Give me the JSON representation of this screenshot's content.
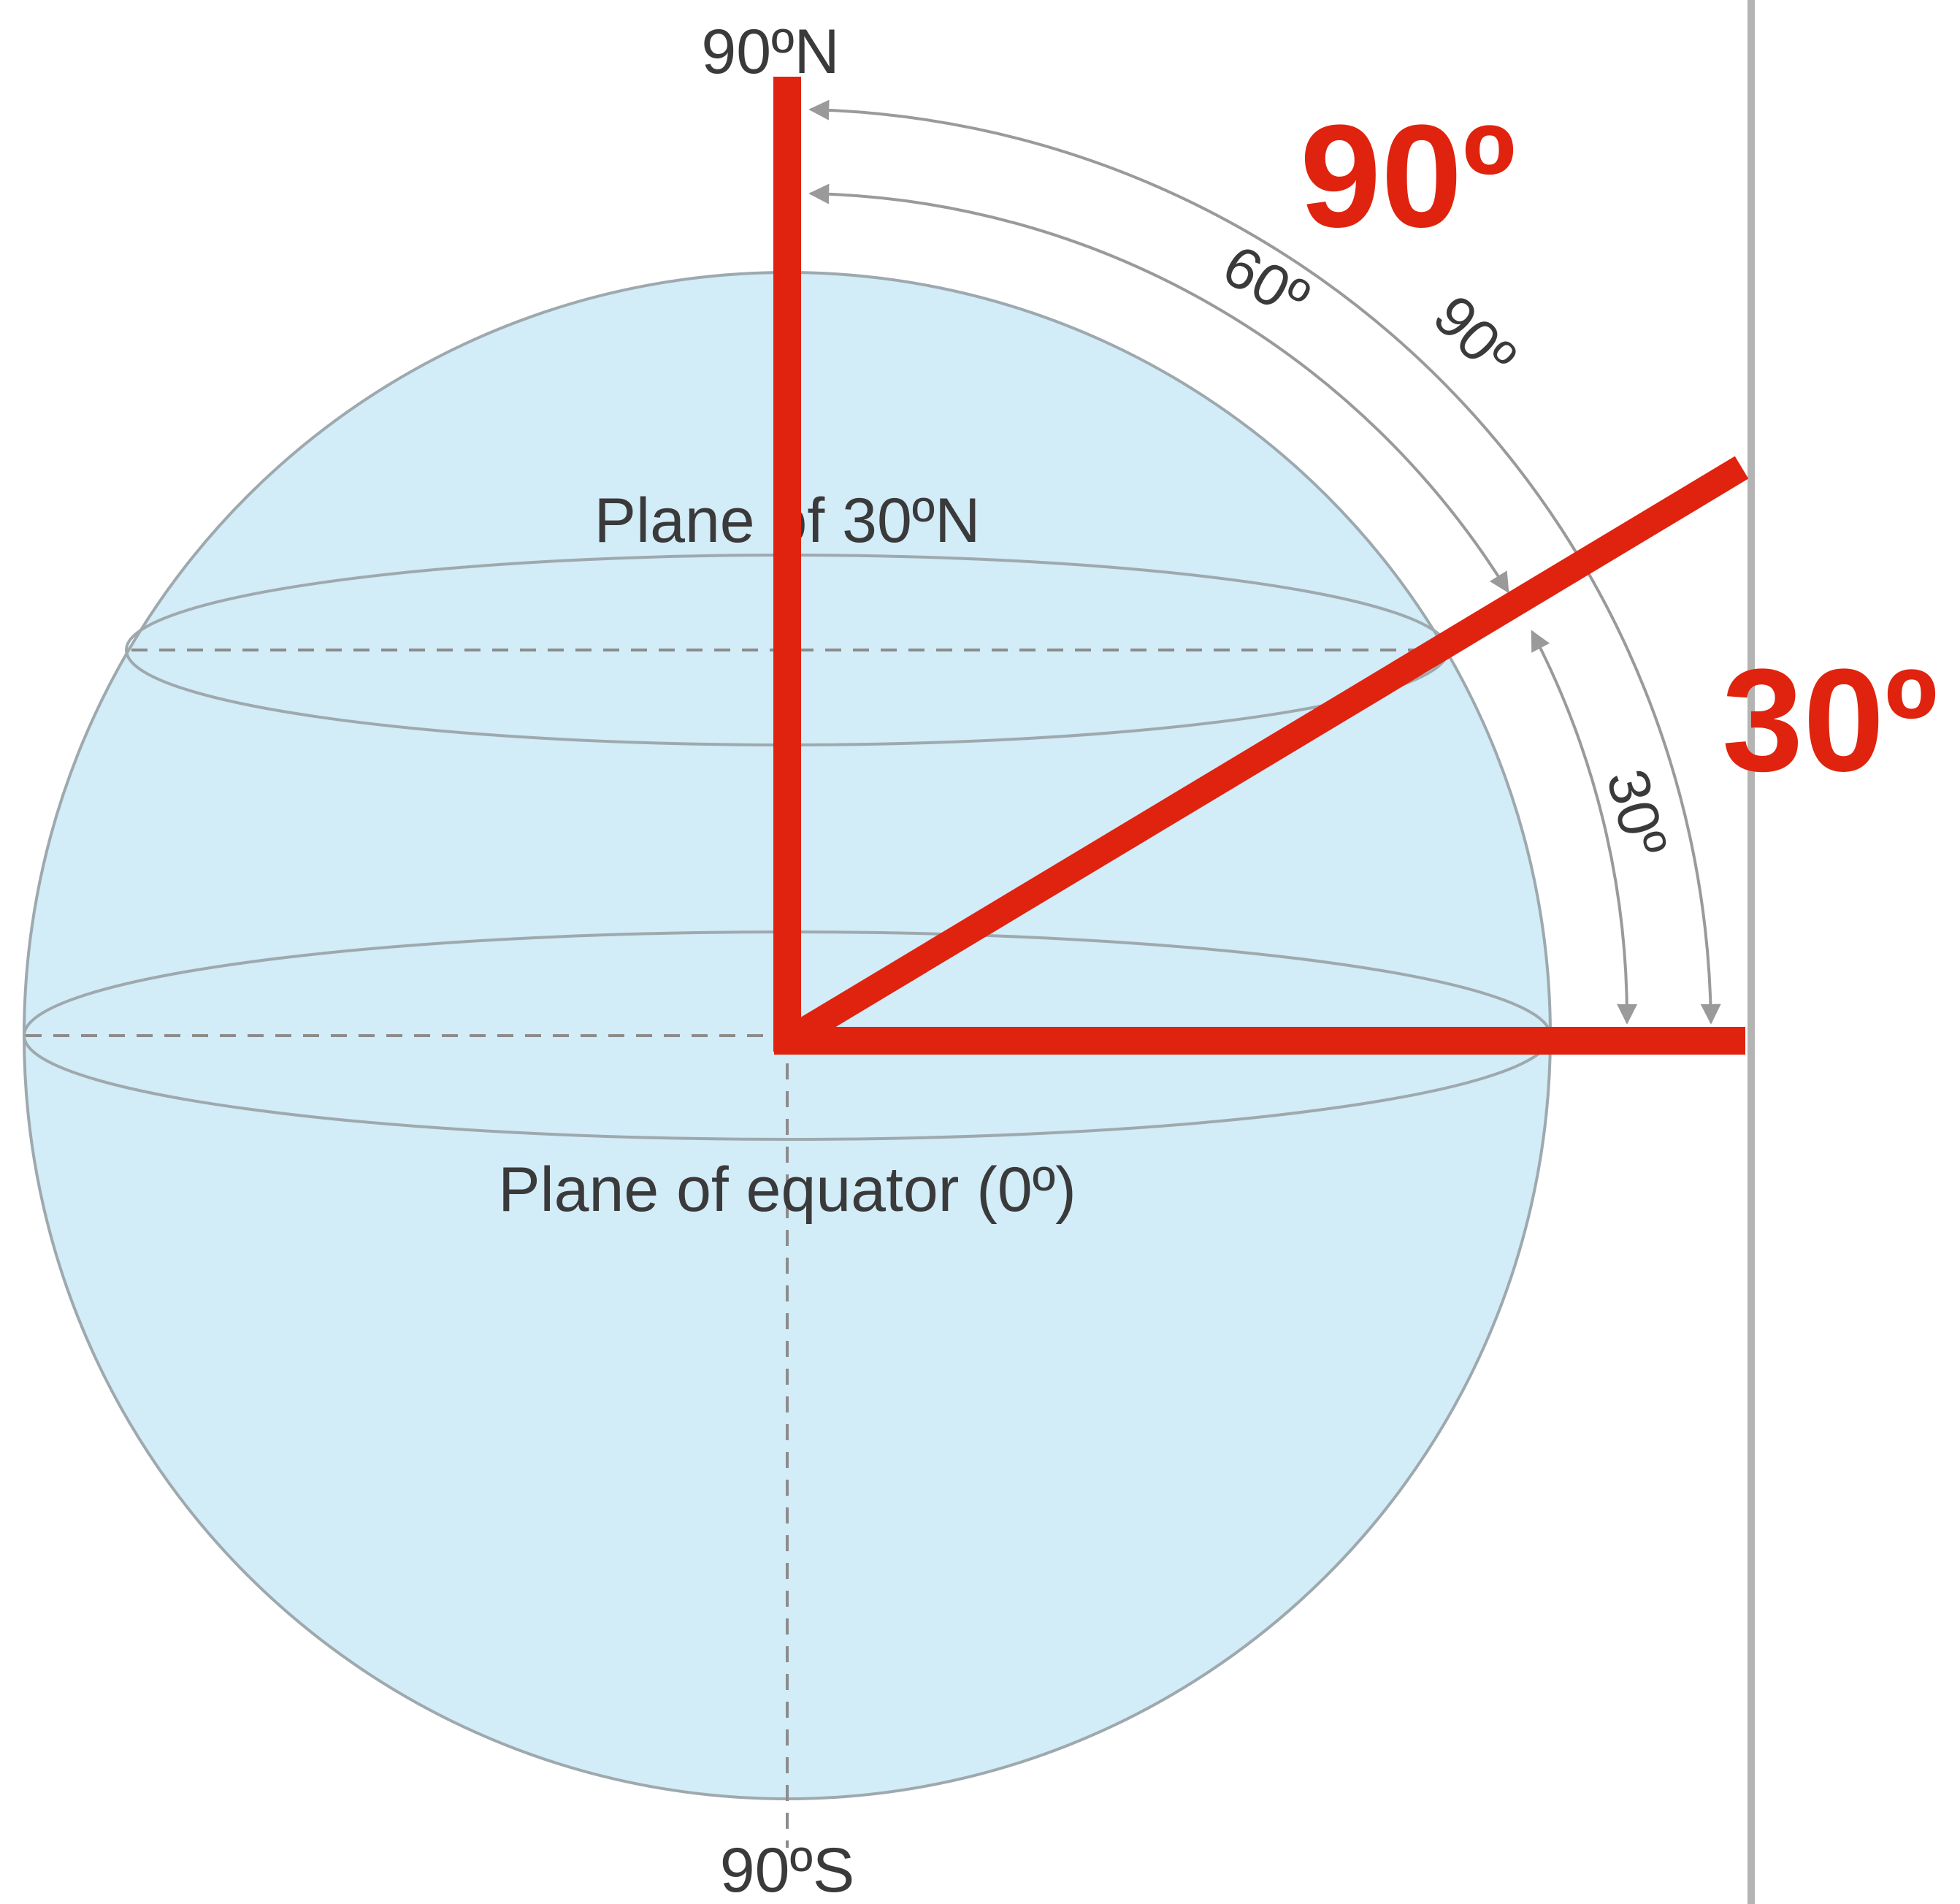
{
  "labels": {
    "north_pole": "90ºN",
    "south_pole": "90ºS",
    "plane_30n": "Plane of 30ºN",
    "plane_equator": "Plane of equator (0º)",
    "arc_60": "60º",
    "arc_90": "90º",
    "arc_30": "30º"
  },
  "annotations": {
    "angle_90": "90º",
    "angle_30": "30º"
  },
  "colors": {
    "globe_fill": "#d2ecf8",
    "globe_stroke": "#9ea9ae",
    "dash": "#8c8c8c",
    "arc": "#9a9a9a",
    "annotation_red": "#e0230e",
    "right_border": "#b4b4b4"
  }
}
